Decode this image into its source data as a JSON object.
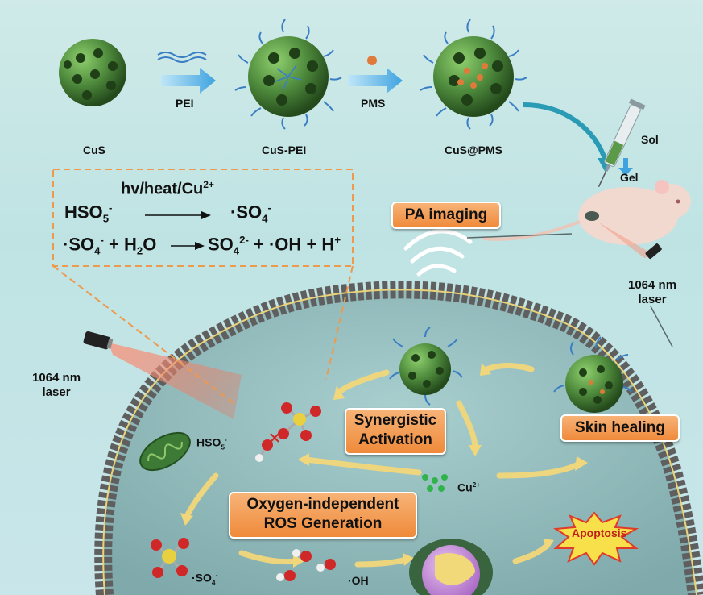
{
  "steps": {
    "cus": "CuS",
    "cus_pei": "CuS-PEI",
    "cus_pms": "CuS@PMS",
    "pei": "PEI",
    "pms": "PMS"
  },
  "injection": {
    "sol": "Sol",
    "gel": "Gel"
  },
  "equations": {
    "condition": "hv/heat/Cu",
    "condition_sup": "2+",
    "eq1_left": "HSO",
    "eq1_left_sub": "5",
    "eq1_left_sup": "-",
    "eq1_right": "·SO",
    "eq1_right_sub": "4",
    "eq1_right_sup": "-",
    "eq2_a": "·SO",
    "eq2_a_sub": "4",
    "eq2_a_sup": "-",
    "eq2_plus1": "+",
    "eq2_b": "H",
    "eq2_b_sub": "2",
    "eq2_b_tail": "O",
    "eq2_c": "SO",
    "eq2_c_sub": "4",
    "eq2_c_sup": "2-",
    "eq2_plus2": "+",
    "eq2_d": "·OH",
    "eq2_plus3": "+",
    "eq2_e": "H",
    "eq2_e_sup": "+"
  },
  "labels": {
    "pa_imaging": "PA imaging",
    "laser_right": "1064 nm\nlaser",
    "laser_left": "1064 nm\nlaser",
    "synergistic": "Synergistic\nActivation",
    "skin_healing": "Skin healing",
    "oxygen": "Oxygen-independent\nROS Generation",
    "apoptosis": "Apoptosis",
    "hso5": "HSO",
    "hso5_sub": "5",
    "hso5_sup": "-",
    "cu2": "Cu",
    "cu2_sup": "2+",
    "so4": "·SO",
    "so4_sub": "4",
    "so4_sup": "-",
    "oh": "·OH"
  },
  "colors": {
    "sphere": "#4e8a3c",
    "ligand": "#3a7fc4",
    "arrow_blue": "#5ab4e8",
    "arrow_yellow": "#f2d77a",
    "box_orange": "#ef8a3a",
    "membrane": "#5a5a5a",
    "cell_fill": "#8fb7b8"
  }
}
